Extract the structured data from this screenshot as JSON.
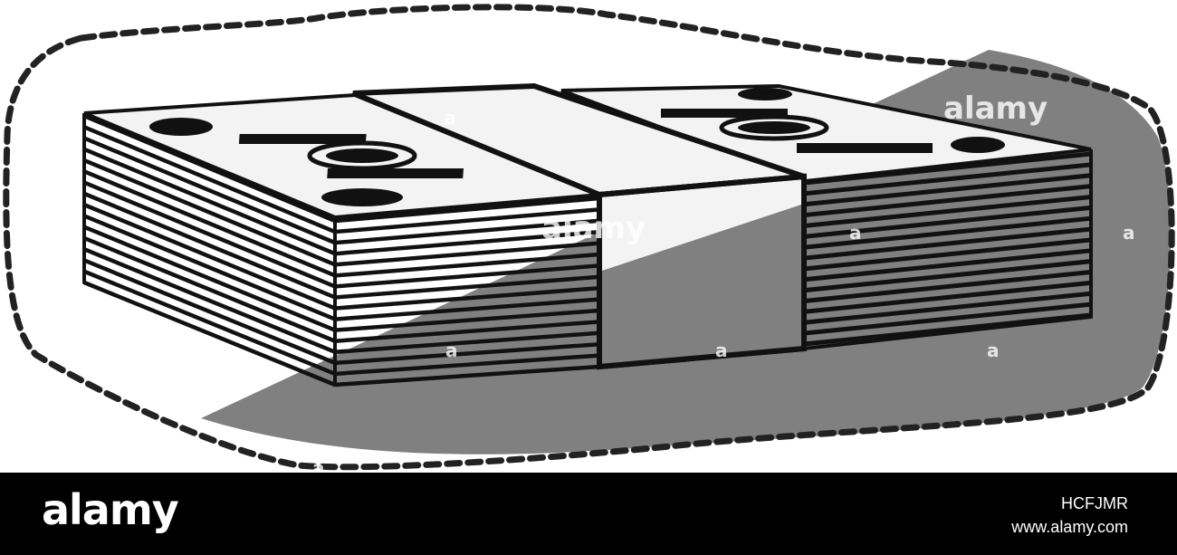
{
  "colors": {
    "background": "#ffffff",
    "ink": "#111111",
    "shadow": "#808080",
    "paper": "#f3f3f3",
    "footer": "#000000",
    "footer_text": "#ffffff"
  },
  "watermarks": [
    "alamy",
    "alamy",
    "a",
    "a",
    "a",
    "a",
    "a",
    "a",
    "a"
  ],
  "footer": {
    "brand": "alamy",
    "image_id": "HCFJMR",
    "site_url": "www.alamy.com"
  }
}
